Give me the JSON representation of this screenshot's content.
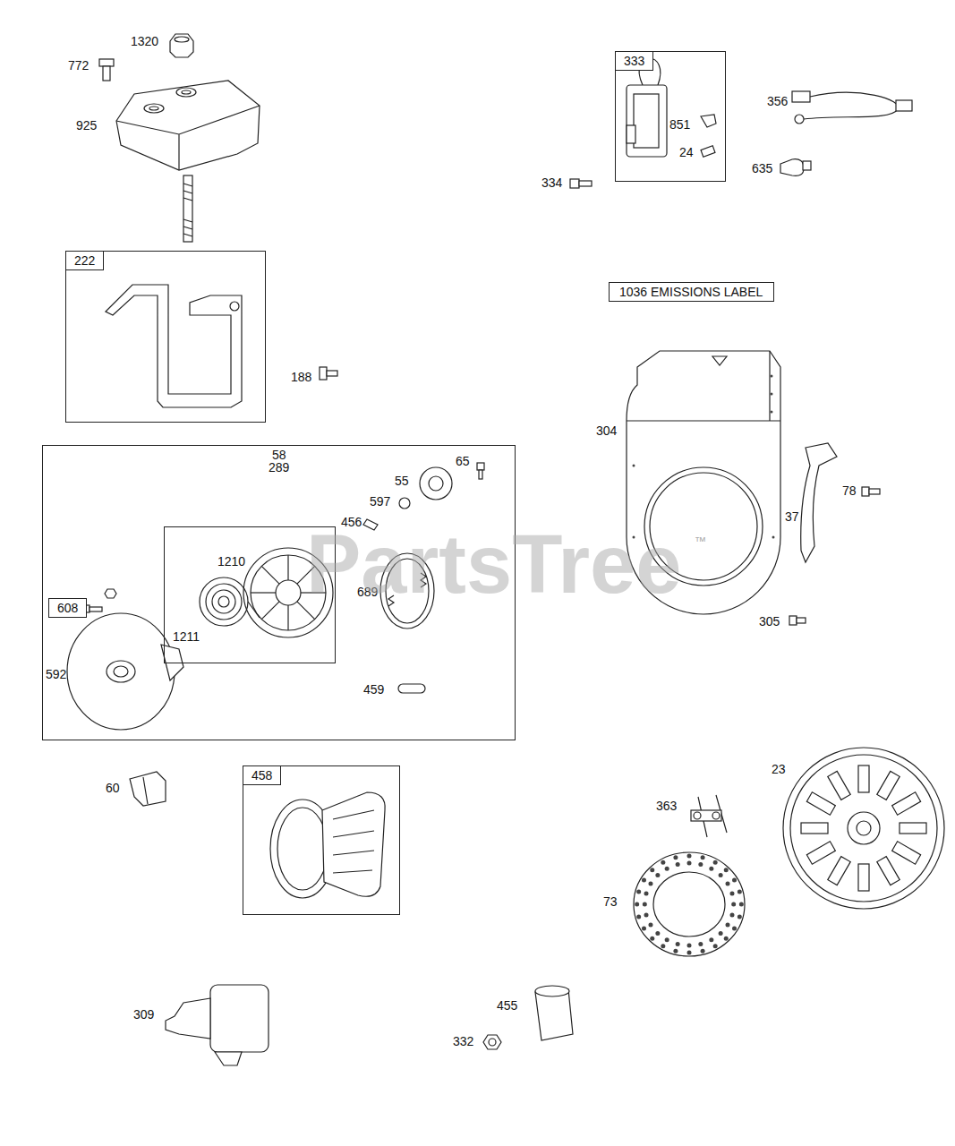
{
  "diagram": {
    "nodes": [
      {
        "text": [
          "222"
        ]
      },
      {
        "text": [
          "608",
          "592",
          "65",
          "55",
          "597",
          "456",
          "689",
          "459",
          "58",
          "289"
        ]
      },
      {
        "text": [
          "1210",
          "1211"
        ],
        "in": 1
      },
      {
        "text": [
          "458"
        ]
      },
      {
        "text": [
          "333",
          "851",
          "24"
        ]
      },
      {
        "text": [
          "1036 EMISSIONS LABEL"
        ]
      }
    ],
    "labels": [
      "1320",
      "772",
      "925",
      "334",
      "356",
      "635",
      "188",
      "304",
      "37",
      "78",
      "305",
      "60",
      "23",
      "363",
      "73",
      "455",
      "332",
      "309",
      "PartsTree",
      "™"
    ]
  }
}
